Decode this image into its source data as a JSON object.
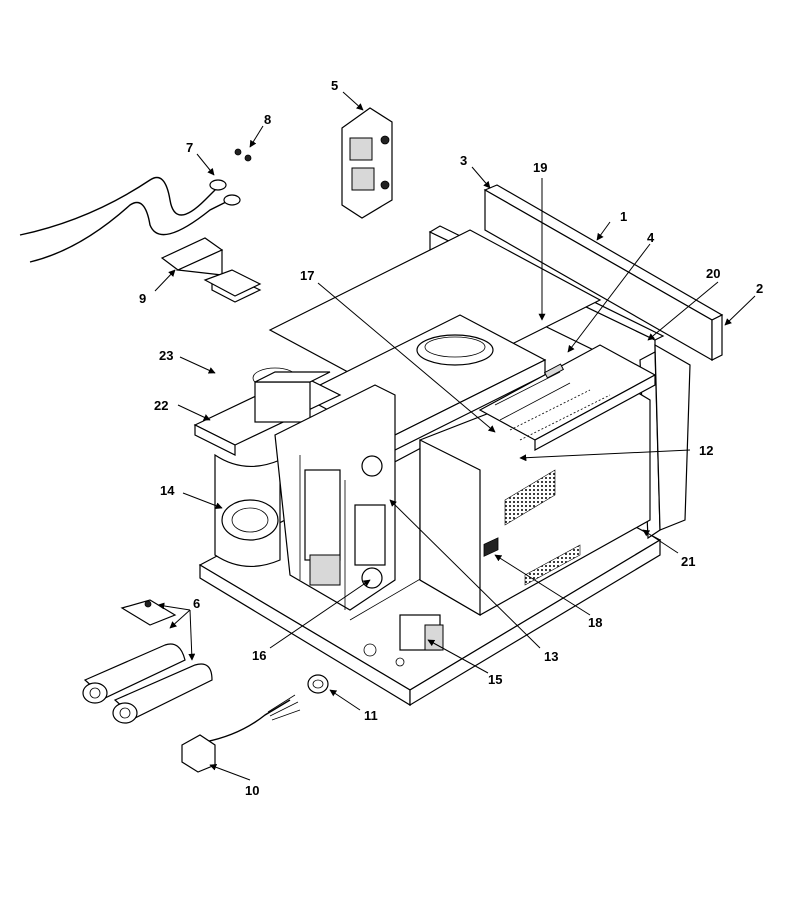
{
  "diagram": {
    "callouts": [
      {
        "id": "1",
        "label": "1"
      },
      {
        "id": "2",
        "label": "2"
      },
      {
        "id": "3",
        "label": "3"
      },
      {
        "id": "4",
        "label": "4"
      },
      {
        "id": "5",
        "label": "5"
      },
      {
        "id": "6",
        "label": "6"
      },
      {
        "id": "7",
        "label": "7"
      },
      {
        "id": "8",
        "label": "8"
      },
      {
        "id": "9",
        "label": "9"
      },
      {
        "id": "10",
        "label": "10"
      },
      {
        "id": "11",
        "label": "11"
      },
      {
        "id": "12",
        "label": "12"
      },
      {
        "id": "13",
        "label": "13"
      },
      {
        "id": "14",
        "label": "14"
      },
      {
        "id": "15",
        "label": "15"
      },
      {
        "id": "16",
        "label": "16"
      },
      {
        "id": "17",
        "label": "17"
      },
      {
        "id": "18",
        "label": "18"
      },
      {
        "id": "19",
        "label": "19"
      },
      {
        "id": "20",
        "label": "20"
      },
      {
        "id": "21",
        "label": "21"
      },
      {
        "id": "22",
        "label": "22"
      },
      {
        "id": "23",
        "label": "23"
      }
    ]
  }
}
